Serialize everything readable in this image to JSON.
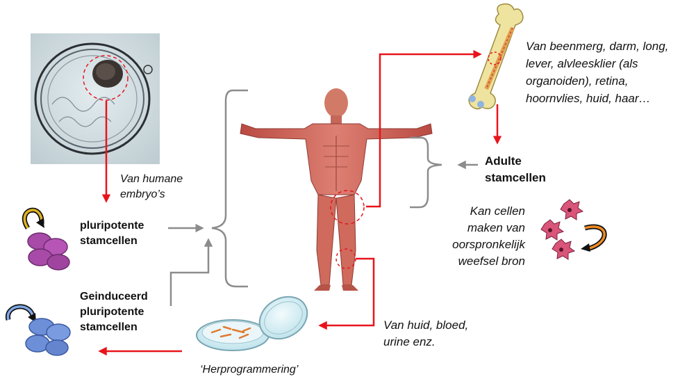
{
  "labels": {
    "embryo_source": [
      "Van humane",
      "embryo’s"
    ],
    "pluripotent": [
      "pluripotente",
      "stamcellen"
    ],
    "induced_pluripotent": [
      "Geinduceerd",
      "pluripotente",
      "stamcellen"
    ],
    "reprogramming": "‘Herprogrammering’",
    "adult_sources": [
      "Van beenmerg, darm, long,",
      "lever, alvleesklier (als",
      "organoiden), retina,",
      "hoornvlies, huid, haar…"
    ],
    "adult_stemcells": [
      "Adulte",
      "stamcellen"
    ],
    "adult_capacity": [
      "Kan cellen",
      "maken van",
      "oorspronkelijk",
      "weefsel bron"
    ],
    "ips_sources": [
      "Van huid, bloed,",
      "urine enz."
    ]
  },
  "icons": {
    "embryo": "blastocyst-image",
    "pluripotent_cells": "purple-cell-cluster-icon",
    "ips_cells": "blue-cell-cluster-icon",
    "adult_cells": "pink-cell-group-icon",
    "human": "human-muscle-anatomy-figure",
    "bone": "femur-bone-icon",
    "dish": "petri-dish-icon"
  },
  "colors": {
    "arrow_red": "#e8141b",
    "arrow_gray": "#8c8c8c",
    "muscle": "#c9574e",
    "bone": "#efe3a0",
    "purple_cell": "#b04fb0",
    "blue_cell": "#6f8fd6",
    "pink_cell": "#d9557a"
  }
}
